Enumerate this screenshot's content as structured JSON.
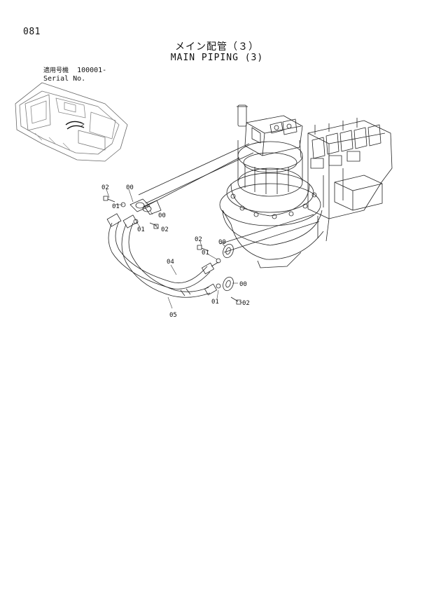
{
  "page": {
    "number": "081",
    "title_jp": "メイン配管（３）",
    "title_en": "MAIN PIPING (3)"
  },
  "serial": {
    "label_jp": "適用号機",
    "number": "100001-",
    "label_en": "Serial No."
  },
  "callouts": [
    "02",
    "00",
    "01",
    "00",
    "01",
    "02",
    "02",
    "00",
    "01",
    "04",
    "00",
    "01",
    "02",
    "05"
  ]
}
